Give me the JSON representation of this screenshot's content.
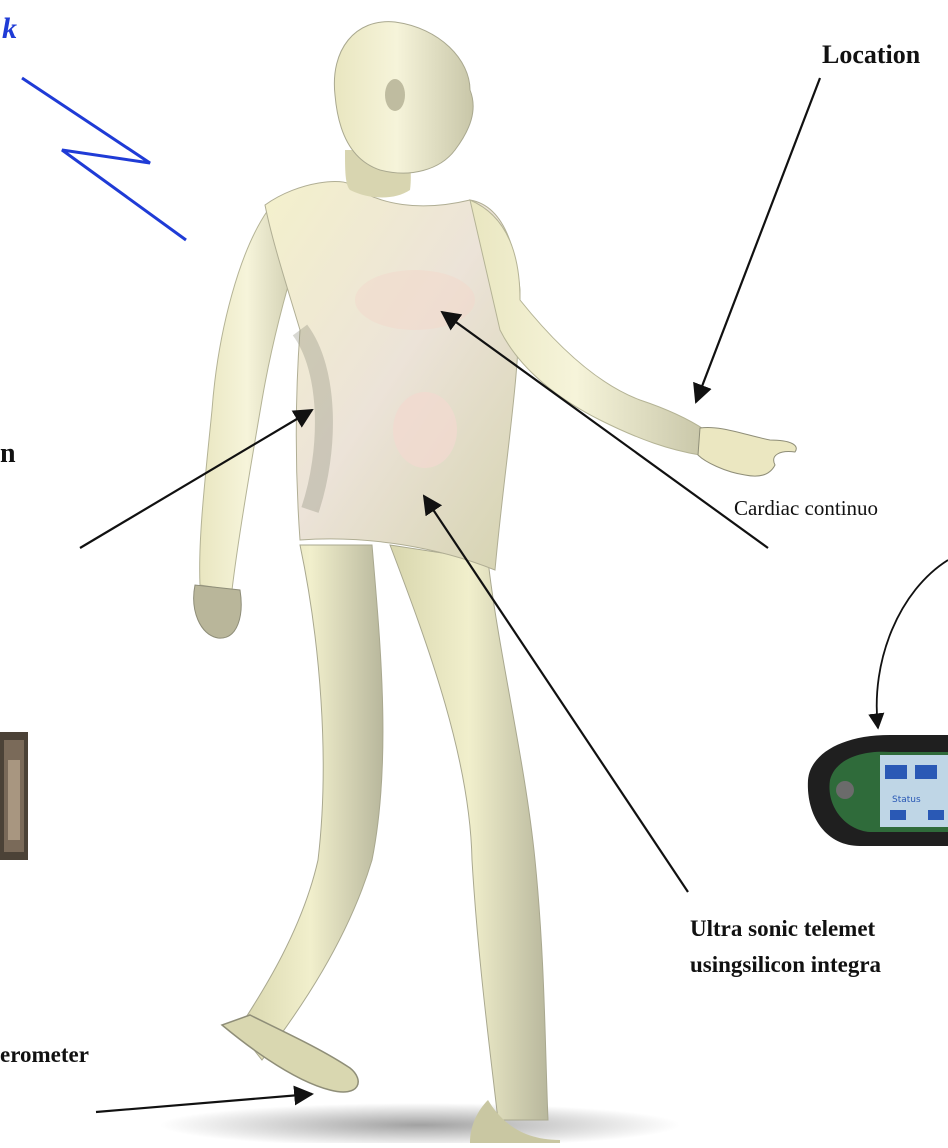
{
  "labels": {
    "top_left_partial": "k",
    "location": "Location",
    "left_partial": "n",
    "cardiac": "Cardiac continuo",
    "ultrasonic_line1": "Ultra sonic telemet",
    "ultrasonic_line2": "usingsilicon integra",
    "accelerometer_partial": "erometer"
  },
  "colors": {
    "figure_light": "#f3f0cf",
    "figure_mid": "#dcd9ae",
    "figure_shadow": "#9a9a88",
    "wireless_zigzag": "#1f3bd6",
    "arrow": "#111111"
  },
  "device_photo": {
    "screen_text": "Status"
  }
}
